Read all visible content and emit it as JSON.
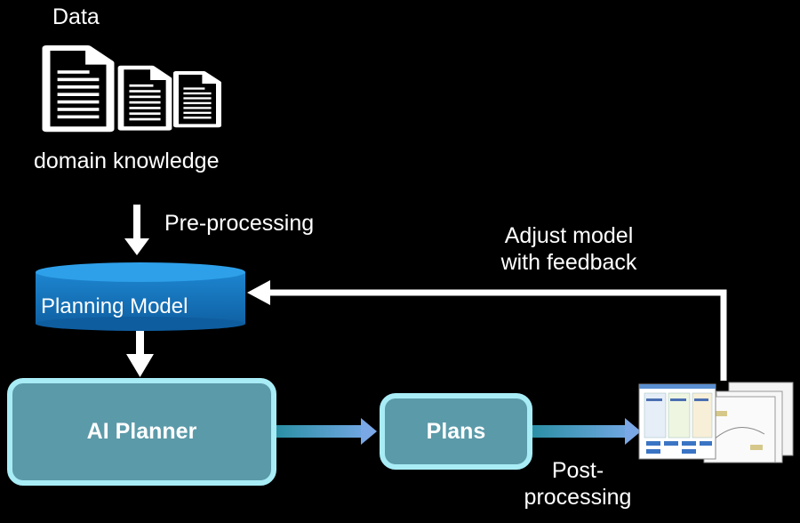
{
  "labels": {
    "data": "Data",
    "domain_knowledge": "domain knowledge",
    "pre_processing": "Pre-processing",
    "adjust_line1": "Adjust model",
    "adjust_line2": "with feedback",
    "post_line1": "Post-",
    "post_line2": "processing"
  },
  "nodes": {
    "planning_model": "Planning Model",
    "ai_planner": "AI Planner",
    "plans": "Plans"
  },
  "icons": {
    "documents": "document-icon",
    "database": "database-cylinder-icon",
    "plan_screens": "plan-screenshots-icon"
  },
  "colors": {
    "background": "#000000",
    "box_fill": "#5b9aa9",
    "box_border": "#a8ecf6",
    "database_blue": "#1579c4",
    "arrow_white": "#ffffff",
    "arrow_teal": "#5fc3d6"
  }
}
